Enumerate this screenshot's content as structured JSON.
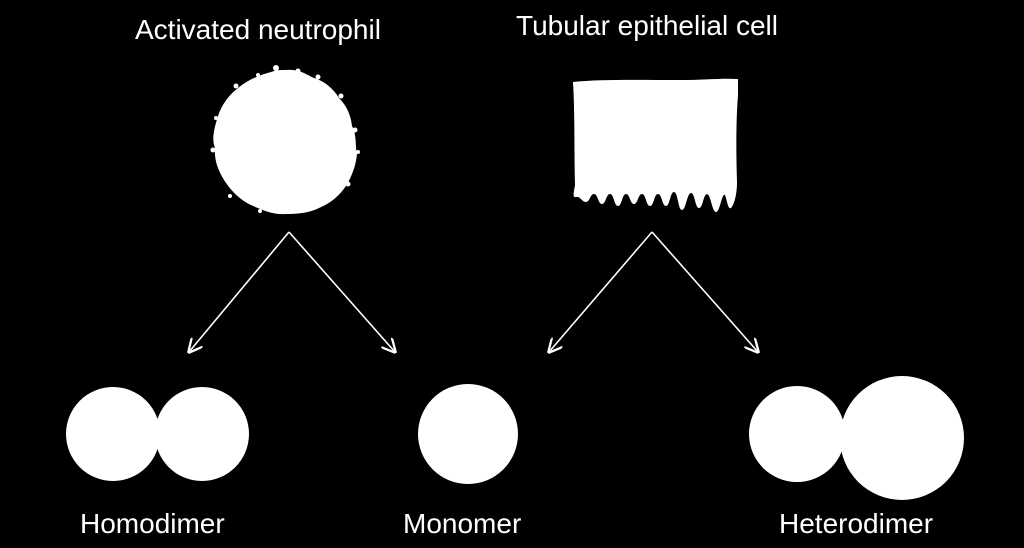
{
  "diagram": {
    "sources": [
      {
        "id": "neutrophil",
        "label": "Activated neutrophil"
      },
      {
        "id": "tubular",
        "label": "Tubular epithelial cell"
      }
    ],
    "products": [
      {
        "id": "homodimer",
        "label": "Homodimer"
      },
      {
        "id": "monomer",
        "label": "Monomer"
      },
      {
        "id": "heterodimer",
        "label": "Heterodimer"
      }
    ],
    "edges": [
      {
        "from": "neutrophil",
        "to": "homodimer"
      },
      {
        "from": "neutrophil",
        "to": "monomer"
      },
      {
        "from": "tubular",
        "to": "monomer"
      },
      {
        "from": "tubular",
        "to": "heterodimer"
      }
    ],
    "colors": {
      "background": "#000000",
      "foreground": "#ffffff"
    }
  }
}
